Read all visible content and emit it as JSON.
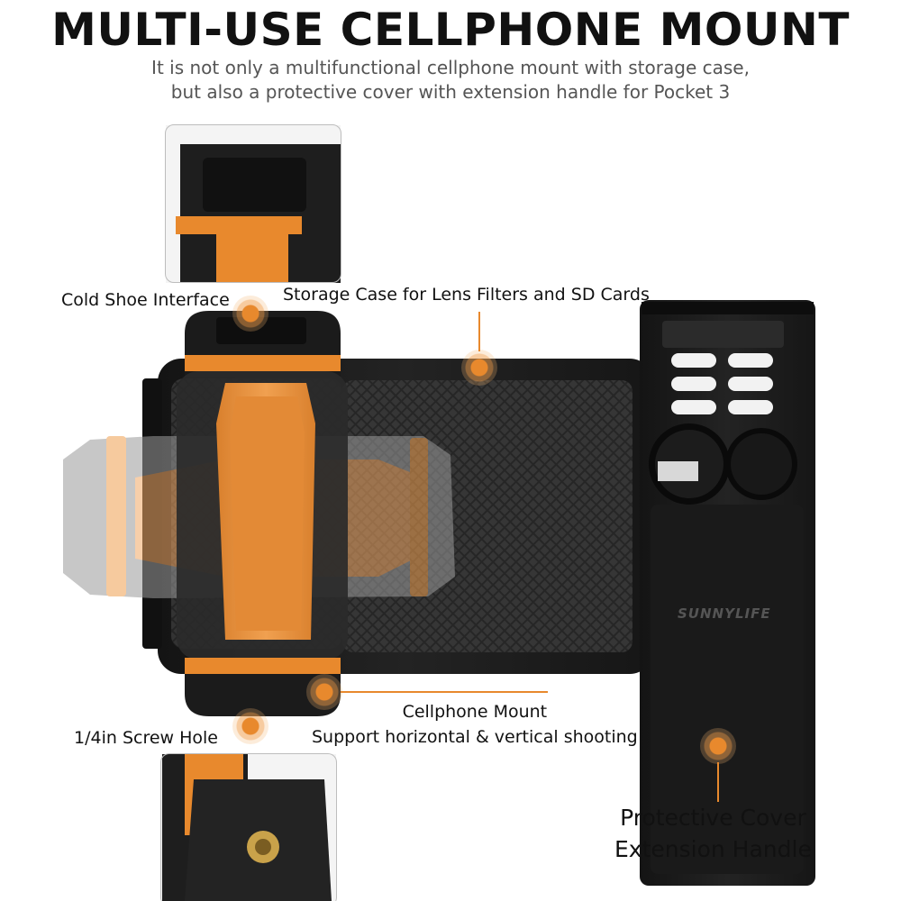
{
  "header": {
    "title": "MULTI-USE CELLPHONE MOUNT",
    "subtitle_line1": "It is not only a multifunctional cellphone mount with storage case,",
    "subtitle_line2": "but also a protective cover with extension handle for Pocket 3"
  },
  "callouts": {
    "cold_shoe": "Cold Shoe Interface",
    "storage_case": "Storage Case for Lens Filters and SD Cards",
    "cellphone_mount_line1": "Cellphone Mount",
    "cellphone_mount_line2": "Support horizontal & vertical shooting",
    "screw_hole": "1/4in Screw Hole",
    "protective_line1": "Protective Cover",
    "protective_line2": "Extension Handle"
  },
  "brand": {
    "logo_text": "sunnylife"
  },
  "colors": {
    "accent": "#e8892d",
    "body": "#1e1e1e",
    "text": "#111111",
    "subtitle": "#555555"
  }
}
